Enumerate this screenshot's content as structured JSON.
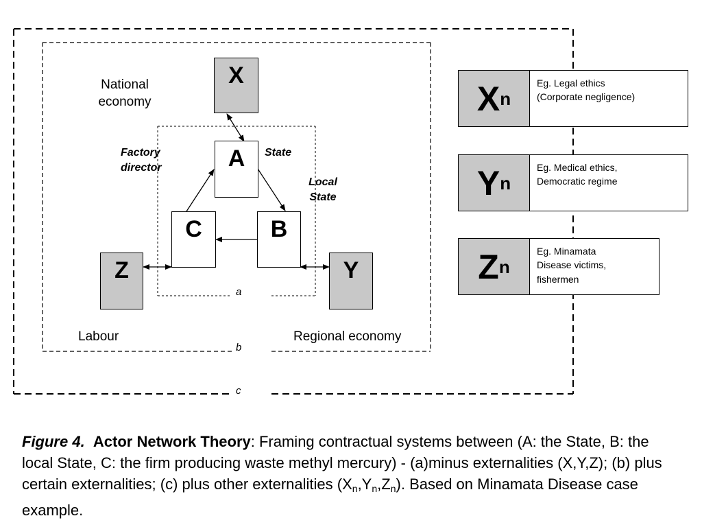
{
  "nodes": {
    "x": "X",
    "a": "A",
    "c": "C",
    "b": "B",
    "z": "Z",
    "y": "Y"
  },
  "labels": {
    "national_economy": "National\neconomy",
    "factory_director": "Factory\ndirector",
    "state": "State",
    "local_state": "Local\nState",
    "labour": "Labour",
    "regional_economy": "Regional economy"
  },
  "frames": {
    "a": "a",
    "b": "b",
    "c": "c"
  },
  "externalities": [
    {
      "symbol": "X",
      "sub": "n",
      "desc": "Eg. Legal ethics\n(Corporate negligence)"
    },
    {
      "symbol": "Y",
      "sub": "n",
      "desc": "Eg. Medical ethics,\nDemocratic regime"
    },
    {
      "symbol": "Z",
      "sub": "n",
      "desc": "Eg. Minamata\nDisease victims,\nfishermen"
    }
  ],
  "caption": {
    "fig": "Figure 4.",
    "title": "Actor  Network Theory",
    "text1": ": Framing contractual systems between  (A: the State, B: the local State, C: the firm producing waste methyl mercury) - (a)minus externalities  (X,Y,Z); (b) plus certain externalities; (c) plus other externalities (X",
    "sub1": "n",
    "sep1": ",Y",
    "sub2": "n",
    "sep2": ",Z",
    "sub3": "n",
    "text2": "). Based on Minamata Disease case example."
  }
}
